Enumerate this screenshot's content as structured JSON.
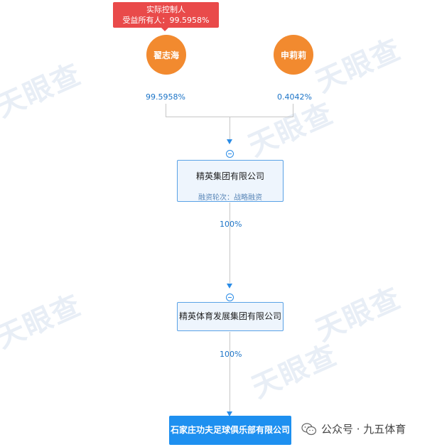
{
  "watermark": "天眼查",
  "controller_tag": {
    "line1": "实际控制人",
    "line2": "受益所有人：99.5958%"
  },
  "shareholders": [
    {
      "name": "翟志海",
      "percent": "99.5958%"
    },
    {
      "name": "申莉莉",
      "percent": "0.4042%"
    }
  ],
  "companies": [
    {
      "name": "精英集团有限公司",
      "subtitle": "融资轮次：战略融资"
    },
    {
      "name": "精英体育发展集团有限公司",
      "in_percent": "100%"
    },
    {
      "name": "石家庄功夫足球俱乐部有限公司",
      "in_percent": "100%"
    }
  ],
  "credit": "公众号 · 九五体育",
  "colors": {
    "person": "#f28a2f",
    "tag": "#e94a4a",
    "link": "#1a73c7",
    "box_border": "#5aa2e6",
    "final": "#1e90f0"
  }
}
